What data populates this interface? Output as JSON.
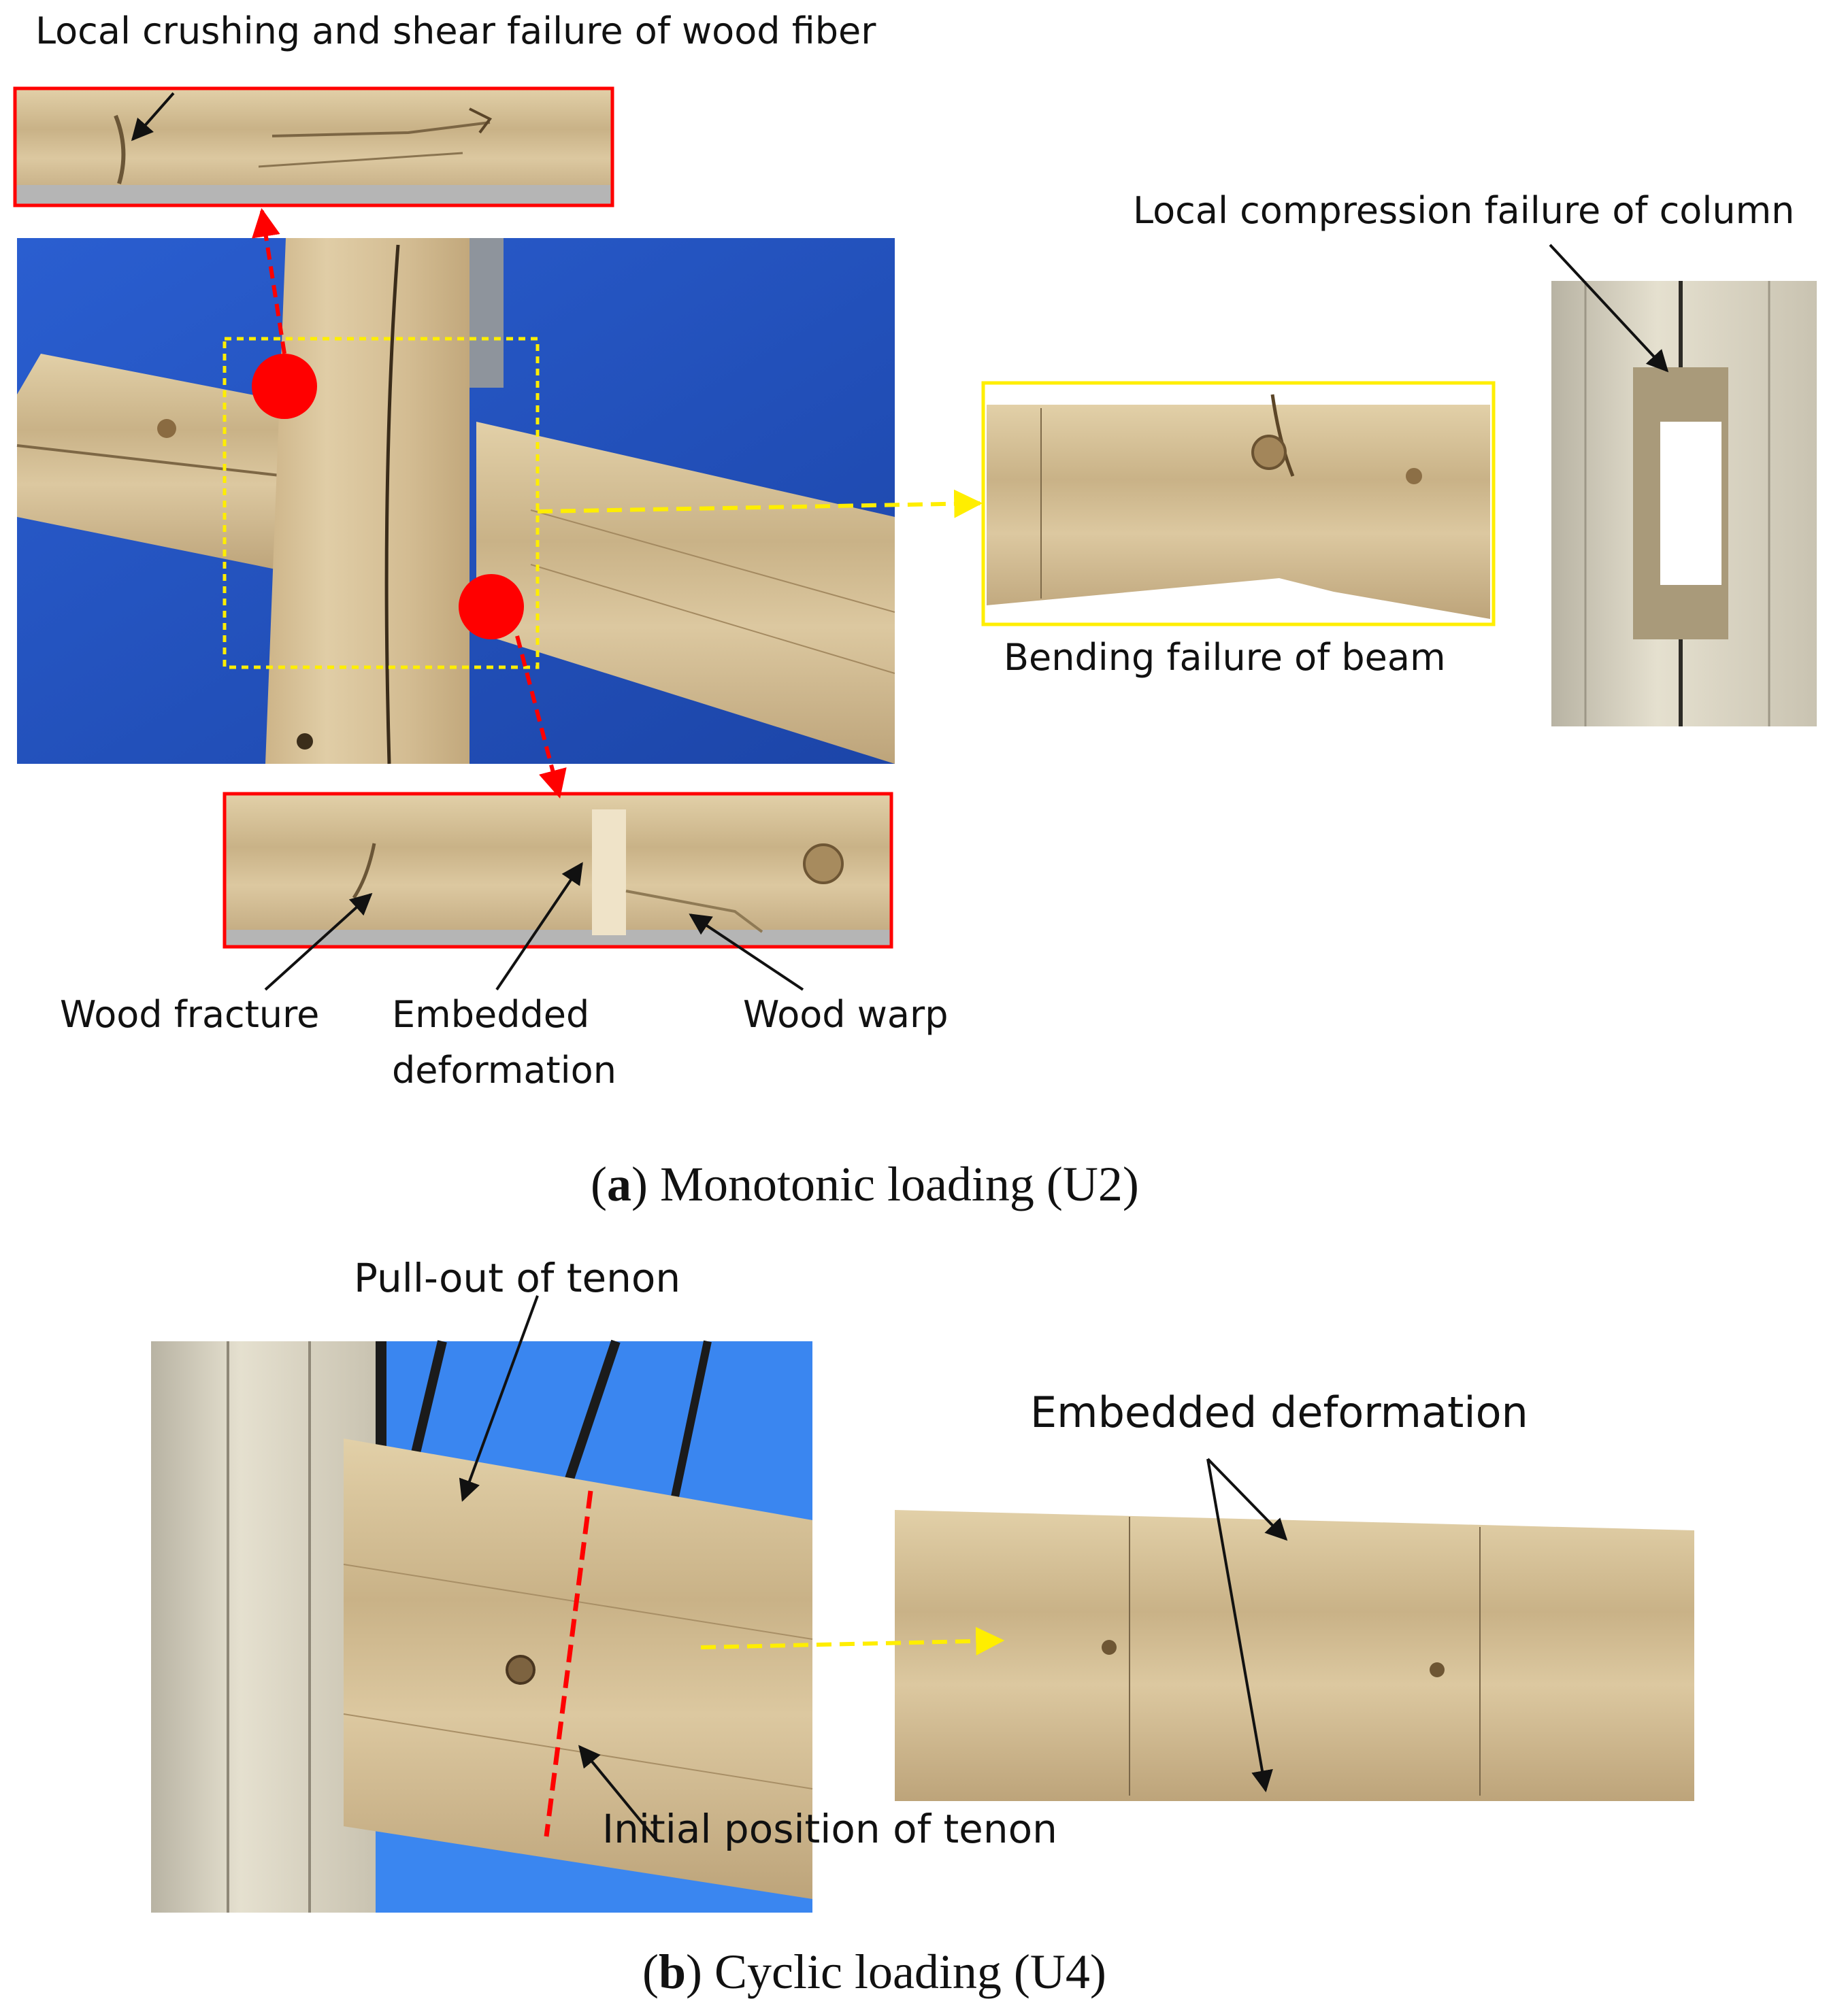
{
  "panel_a": {
    "labels": {
      "crushing": "Local crushing and shear failure of wood fiber",
      "column_compression": "Local compression failure of column",
      "bending": "Bending failure of beam",
      "wood_fracture": "Wood fracture",
      "embedded_line1": "Embedded",
      "embedded_line2": "deformation",
      "wood_warp": "Wood warp"
    },
    "caption": {
      "letter": "a",
      "text": ") Monotonic loading (U2)",
      "open": "("
    }
  },
  "panel_b": {
    "labels": {
      "pull_out": "Pull-out of tenon",
      "embedded": "Embedded deformation",
      "initial_position": "Initial position of tenon"
    },
    "caption": {
      "letter": "b",
      "text": ") Cyclic loading (U4)",
      "open": "("
    }
  },
  "colors": {
    "red_marker": "#ff0000",
    "yellow_marker": "#ffff00",
    "blue_background": "#1f4fb8",
    "wood": "#d8c39a"
  }
}
